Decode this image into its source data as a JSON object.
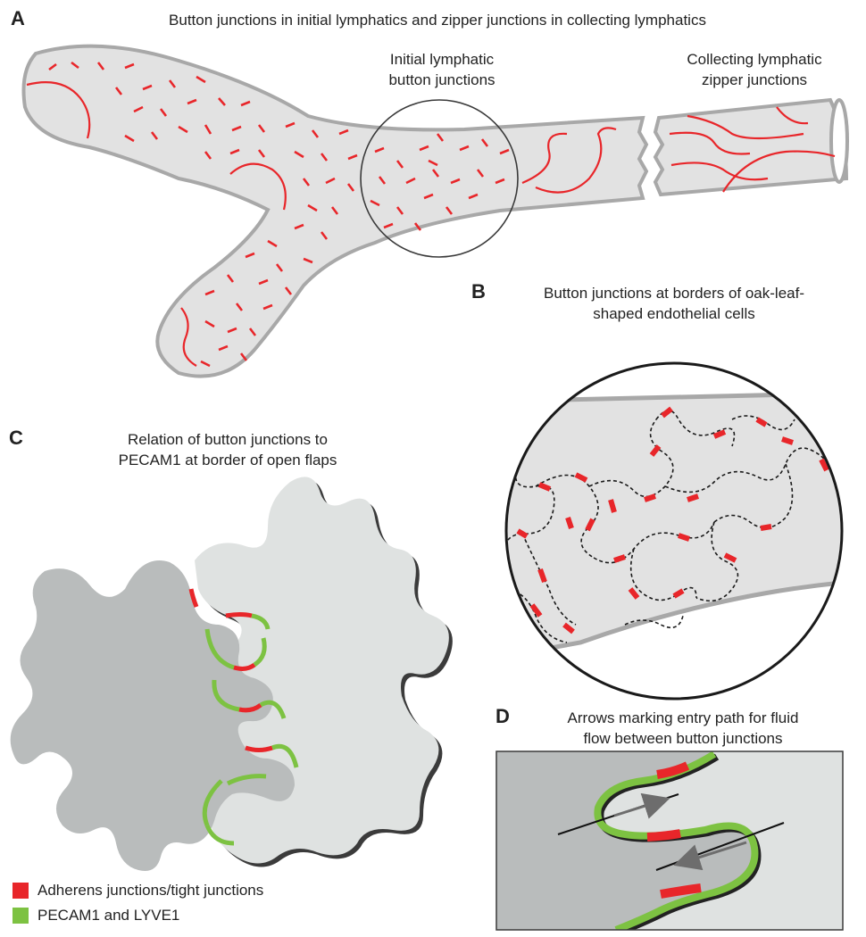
{
  "panel_a": {
    "letter": "A",
    "title": "Button junctions in initial lymphatics and zipper junctions in collecting lymphatics",
    "label_initial": "Initial lymphatic button junctions",
    "label_initial_l1": "Initial lymphatic",
    "label_initial_l2": "button junctions",
    "label_collecting_l1": "Collecting lymphatic",
    "label_collecting_l2": "zipper junctions"
  },
  "panel_b": {
    "letter": "B",
    "title_l1": "Button junctions at borders of oak-leaf-",
    "title_l2": "shaped endothelial cells"
  },
  "panel_c": {
    "letter": "C",
    "title_l1": "Relation of button junctions to",
    "title_l2": "PECAM1 at border of open flaps"
  },
  "panel_d": {
    "letter": "D",
    "title_l1": "Arrows marking entry path for fluid",
    "title_l2": "flow between button junctions"
  },
  "legend": [
    {
      "label": "Adherens junctions/tight junctions",
      "color": "#e8262a"
    },
    {
      "label": "PECAM1 and LYVE1",
      "color": "#7dc242"
    }
  ],
  "colors": {
    "junction_red": "#e8262a",
    "pecam_green": "#7dc242",
    "vessel_fill": "#e2e2e2",
    "vessel_stroke": "#a8a8a8",
    "cell_dark": "#b9bcbc",
    "cell_light": "#dfe2e1"
  }
}
